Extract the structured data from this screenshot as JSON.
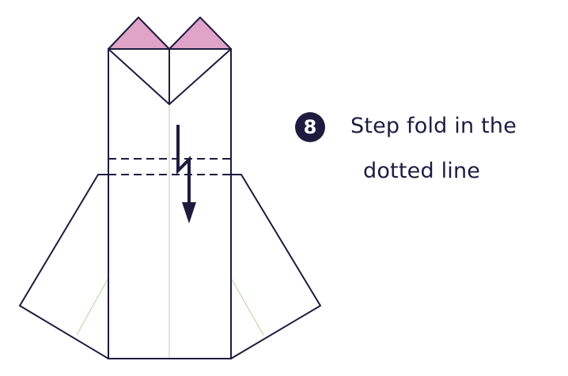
{
  "step": {
    "number": "8",
    "instruction_line1": "Step fold in the",
    "instruction_line2": "dotted line"
  },
  "colors": {
    "outline": "#1e1b3f",
    "flap_fill": "#dfa4c8",
    "crease": "#bfe0b2",
    "badge": "#1e1b3f",
    "background": "#ffffff"
  },
  "icons": [
    "down-arrow-icon"
  ]
}
